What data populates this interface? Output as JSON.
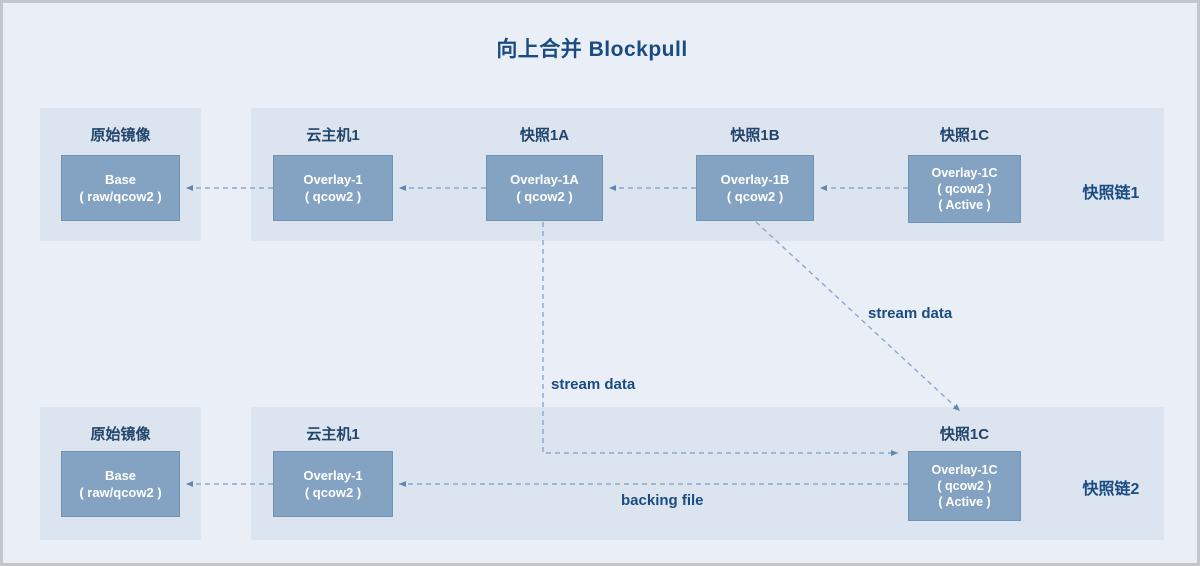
{
  "title": "向上合并 Blockpull",
  "colors": {
    "page-bg": "#e9eef7",
    "panel-bg": "#dce4f0",
    "box-fill": "#84a3c3",
    "box-border": "#6e93b7",
    "box-text": "#ffffff",
    "title-color": "#1a4c82",
    "label-color": "#21456b",
    "line-color": "#8ba9cc",
    "arrow-color": "#5e88b0",
    "frame-border": "#c3c6ca"
  },
  "chains": [
    {
      "name": "快照链1",
      "base": {
        "label": "原始镜像",
        "lines": [
          "Base",
          "( raw/qcow2 )"
        ]
      },
      "nodes": [
        {
          "label": "云主机1",
          "lines": [
            "Overlay-1",
            "( qcow2 )"
          ]
        },
        {
          "label": "快照1A",
          "lines": [
            "Overlay-1A",
            "( qcow2 )"
          ]
        },
        {
          "label": "快照1B",
          "lines": [
            "Overlay-1B",
            "( qcow2 )"
          ]
        },
        {
          "label": "快照1C",
          "lines": [
            "Overlay-1C",
            "( qcow2 )",
            "( Active )"
          ]
        }
      ]
    },
    {
      "name": "快照链2",
      "base": {
        "label": "原始镜像",
        "lines": [
          "Base",
          "( raw/qcow2 )"
        ]
      },
      "nodes": [
        {
          "label": "云主机1",
          "lines": [
            "Overlay-1",
            "( qcow2 )"
          ]
        },
        {
          "label": "快照1C",
          "lines": [
            "Overlay-1C",
            "( qcow2 )",
            "( Active )"
          ]
        }
      ]
    }
  ],
  "annotations": {
    "stream_data_vertical": "stream data",
    "stream_data_diagonal": "stream data",
    "backing_file": "backing file"
  }
}
